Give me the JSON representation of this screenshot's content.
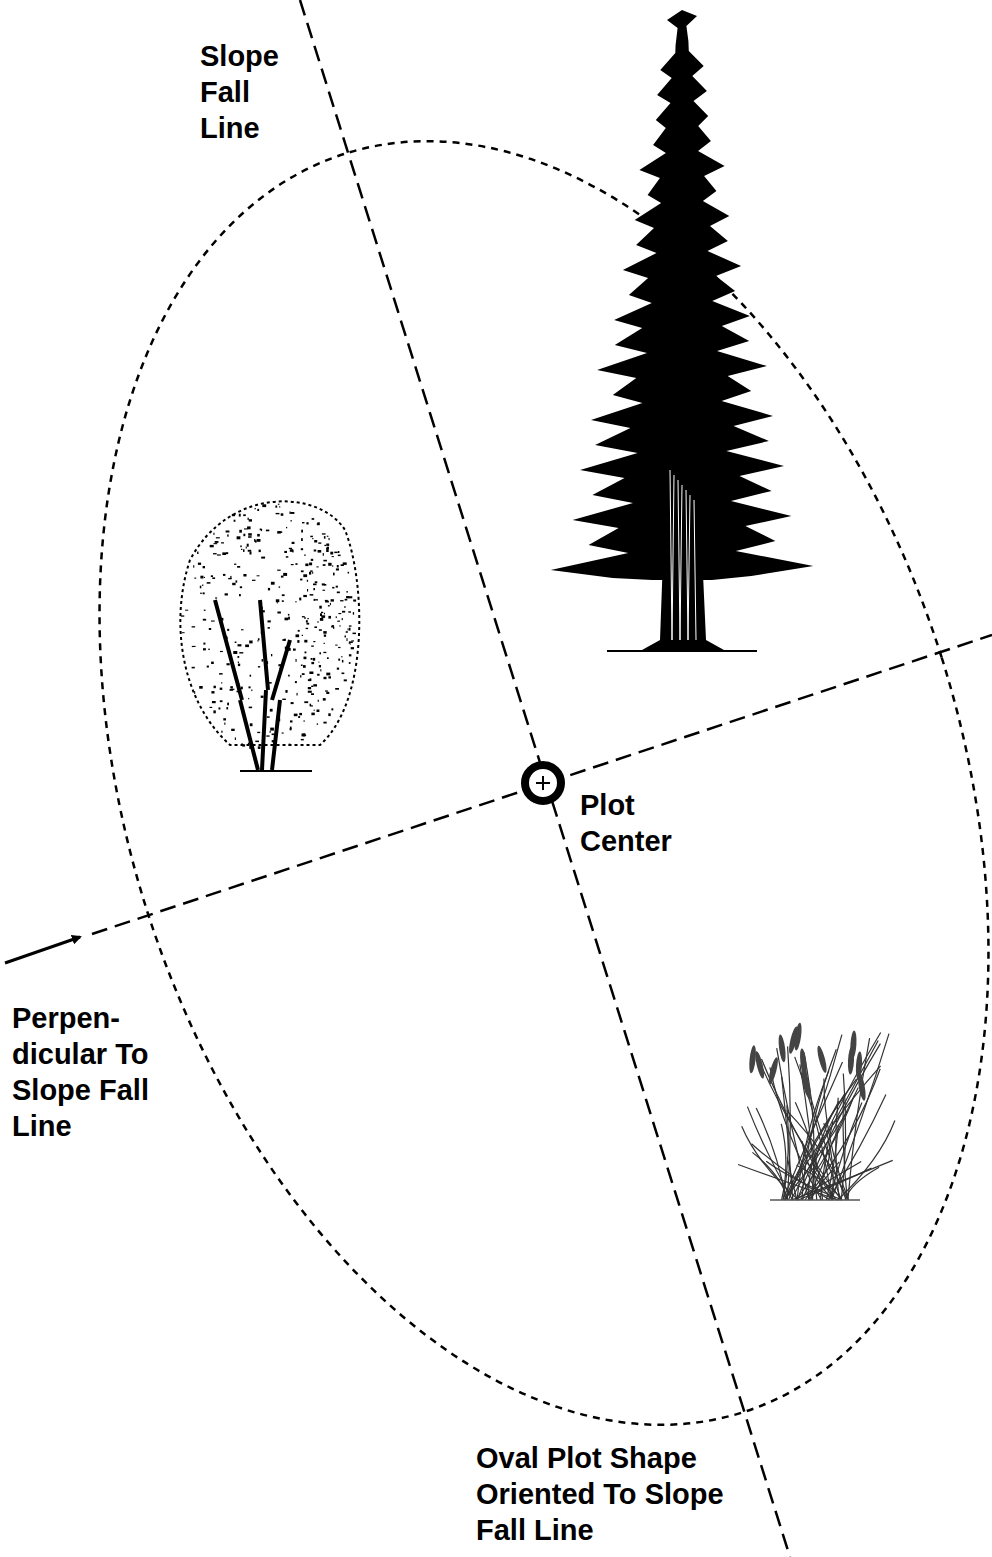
{
  "diagram": {
    "labels": [
      "Slope Fall Line",
      "Plot Center",
      "Perpen- dicular To Slope Fall Line",
      "Oval Plot Shape Oriented To Slope Fall Line"
    ]
  }
}
